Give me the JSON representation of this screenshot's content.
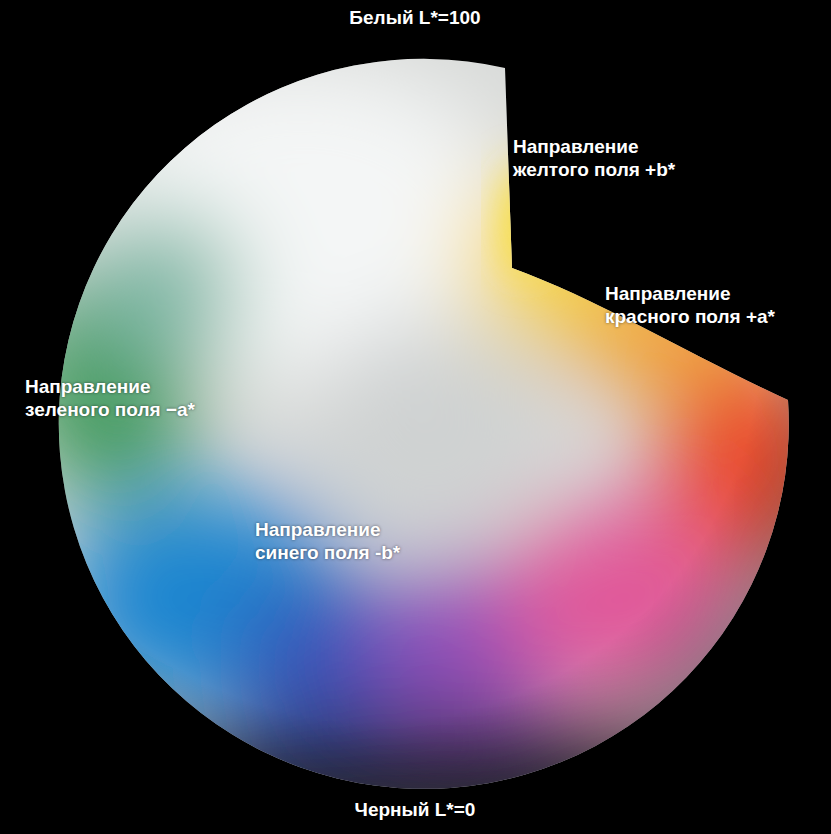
{
  "diagram": {
    "labels": [
      "Белый L*=100",
      "Направление желтого поля +b*",
      "Направление красного поля +a*",
      "Направление зеленого поля −a*",
      "Направление синего поля -b*",
      "Черный L*=0"
    ]
  }
}
